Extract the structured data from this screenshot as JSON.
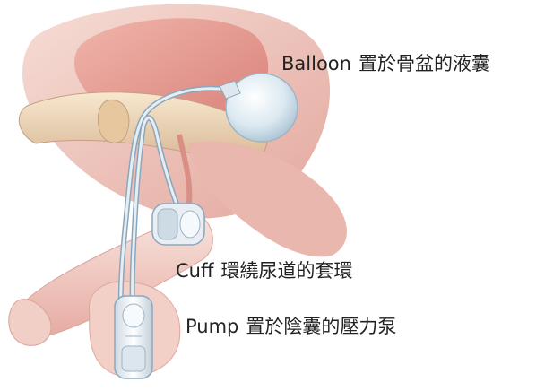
{
  "labels": {
    "balloon": {
      "en": "Balloon",
      "zh": "置於骨盆的液囊"
    },
    "cuff": {
      "en": "Cuff",
      "zh": "環繞尿道的套環"
    },
    "pump": {
      "en": "Pump",
      "zh": "置於陰囊的壓力泵"
    }
  },
  "colors": {
    "tissue": "#efc7bd",
    "tissue_dark": "#d48a80",
    "bladder": "#e49c96",
    "bone": "#f2ddbf",
    "bone_shadow": "#c79e82",
    "tube": "#dbe6ee",
    "tube_outline": "#8ba7bc",
    "device": "#eef2f6"
  }
}
